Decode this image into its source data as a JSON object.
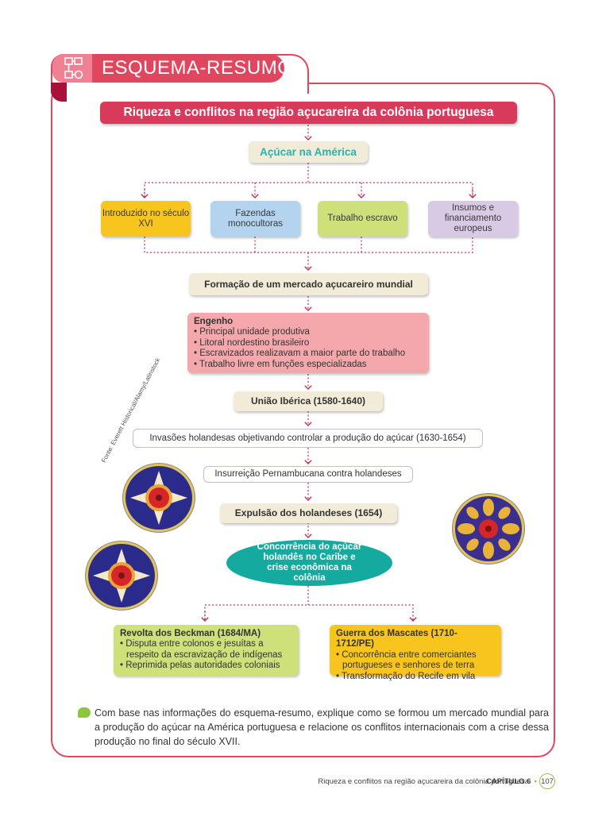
{
  "header": {
    "title": "ESQUEMA-RESUMO"
  },
  "main_title": "Riqueza e conflitos na região açucareira da colônia portuguesa",
  "sugar": "Açúcar na América",
  "factors": [
    "Introduzido no século XVI",
    "Fazendas monocultoras",
    "Trabalho escravo",
    "Insumos e financiamento europeus"
  ],
  "market": "Formação de um mercado açucareiro mundial",
  "engenho": {
    "title": "Engenho",
    "items": [
      "• Principal unidade produtiva",
      "• Litoral nordestino brasileiro",
      "• Escravizados realizavam a maior parte do trabalho",
      "• Trabalho livre em funções especializadas"
    ]
  },
  "uniao": "União Ibérica (1580-1640)",
  "invasoes": "Invasões holandesas objetivando controlar a produção do açúcar (1630-1654)",
  "insurreicao": "Insurreição Pernambucana contra holandeses",
  "expulsao": "Expulsão dos holandeses (1654)",
  "concorrencia": "Concorrência do açúcar holandês no Caribe e crise econômica na colônia",
  "beckman": {
    "title": "Revolta dos Beckman (1684/MA)",
    "items": [
      "• Disputa entre colonos e jesuítas a respeito da escravização de indígenas",
      "• Reprimida pelas autoridades coloniais"
    ]
  },
  "mascates": {
    "title": "Guerra dos Mascates (1710-1712/PE)",
    "items": [
      "• Concorrência entre comerciantes portugueses e senhores de terra",
      "• Transformação do Recife em vila"
    ]
  },
  "credit": "Fonte: Everett Historical/Alamy/Latinstock",
  "question": "Com base nas informações do esquema-resumo, explique como se formou um mercado mundial para a produção do açúcar na América portuguesa e relacione os conflitos internacionais com a crise dessa produção no final do século XVII.",
  "footer": {
    "running_title": "Riqueza e conflitos na região açucareira da colônia portuguesa",
    "chapter": "CAPÍTULO 6",
    "page": "107"
  },
  "colors": {
    "accent": "#e0475f",
    "title_bar": "#d73a5a",
    "sugar_text": "#2bb0b0",
    "yellow": "#f7c51e",
    "blue": "#b3d3ee",
    "green": "#cde07a",
    "lilac": "#d8c9e4",
    "pink": "#f4a8ac",
    "cream": "#f1ebd8",
    "teal": "#15aaa0",
    "connector": "#c2305a"
  }
}
